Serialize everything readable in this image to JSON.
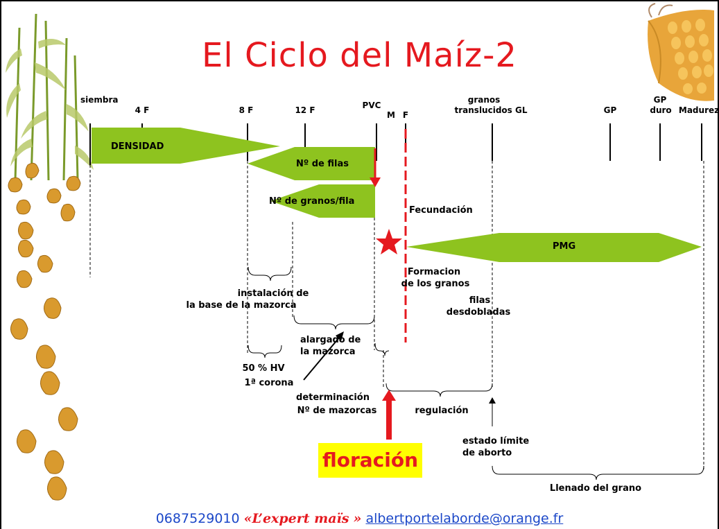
{
  "title": "El Ciclo del Maíz-2",
  "stages": {
    "siembra": "siembra",
    "f4": "4 F",
    "f8": "8 F",
    "f12": "12 F",
    "pvc": "PVC",
    "m": "M",
    "f": "F",
    "granos": "granos",
    "translucidos_gl": "translucidos GL",
    "gp": "GP",
    "gp_top": "GP",
    "duro": "duro",
    "madurez": "Madurez"
  },
  "arrows": {
    "densidad": "DENSIDAD",
    "filas": "Nº de filas",
    "granos_fila": "Nº de granos/fila",
    "pmg": "PMG"
  },
  "annotations": {
    "fecundacion": "Fecundación",
    "formacion_1": "Formacion",
    "formacion_2": "de los granos",
    "filas_desdobladas_1": "filas",
    "filas_desdobladas_2": "desdobladas",
    "instalacion_1": "instalación de",
    "instalacion_2": "la base de la mazorca",
    "alargado_1": "alargado de",
    "alargado_2": "la mazorca",
    "hv_1": "50 % HV",
    "hv_2": "1ª corona",
    "determinacion_1": "determinación",
    "determinacion_2": "Nº de mazorcas",
    "regulacion": "regulación",
    "estado_1": "estado límite",
    "estado_2": "de aborto",
    "llenado": "Llenado del grano"
  },
  "floracion": "floración",
  "footer": {
    "phone": "0687529010",
    "open": "«",
    "expert": "L’expert maïs",
    "close": "»",
    "email": "albertportelaborde@orange.fr"
  },
  "colors": {
    "title": "#e5191f",
    "arrow_fill": "#8ec31f",
    "red": "#e5191f",
    "floracion_bg": "#ffff00",
    "footer": "#1b47c8"
  }
}
